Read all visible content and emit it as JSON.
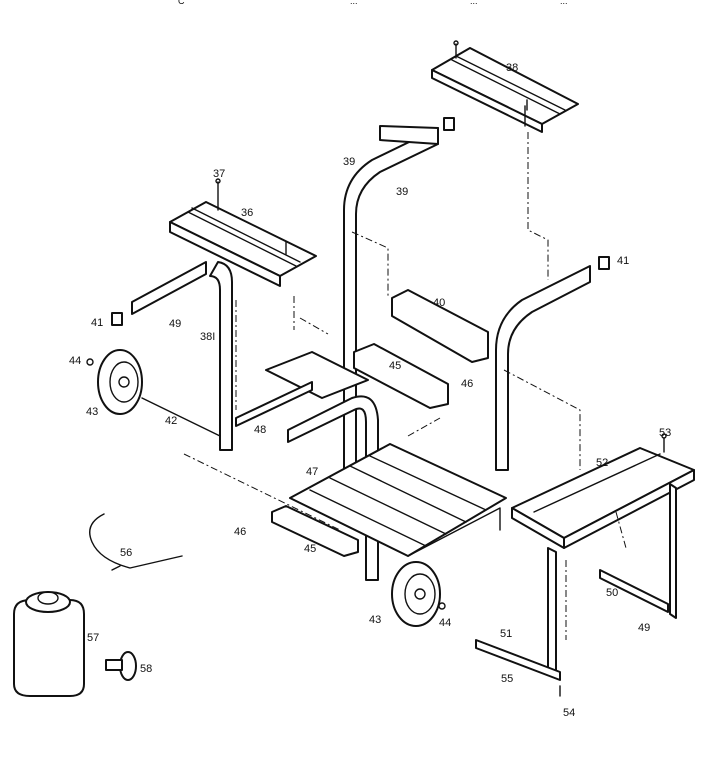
{
  "header_fragments": [
    "C",
    "...",
    "...",
    "..."
  ],
  "parts": [
    {
      "label": "38"
    },
    {
      "label": "39"
    },
    {
      "label": "39"
    },
    {
      "label": "37"
    },
    {
      "label": "36"
    },
    {
      "label": "41"
    },
    {
      "label": "49"
    },
    {
      "label": "41"
    },
    {
      "label": "40"
    },
    {
      "label": "38I"
    },
    {
      "label": "45"
    },
    {
      "label": "46"
    },
    {
      "label": "44"
    },
    {
      "label": "43"
    },
    {
      "label": "42"
    },
    {
      "label": "48"
    },
    {
      "label": "47"
    },
    {
      "label": "53"
    },
    {
      "label": "52"
    },
    {
      "label": "46"
    },
    {
      "label": "56"
    },
    {
      "label": "45"
    },
    {
      "label": "50"
    },
    {
      "label": "49"
    },
    {
      "label": "43"
    },
    {
      "label": "44"
    },
    {
      "label": "51"
    },
    {
      "label": "57"
    },
    {
      "label": "55"
    },
    {
      "label": "58"
    },
    {
      "label": "54"
    }
  ]
}
